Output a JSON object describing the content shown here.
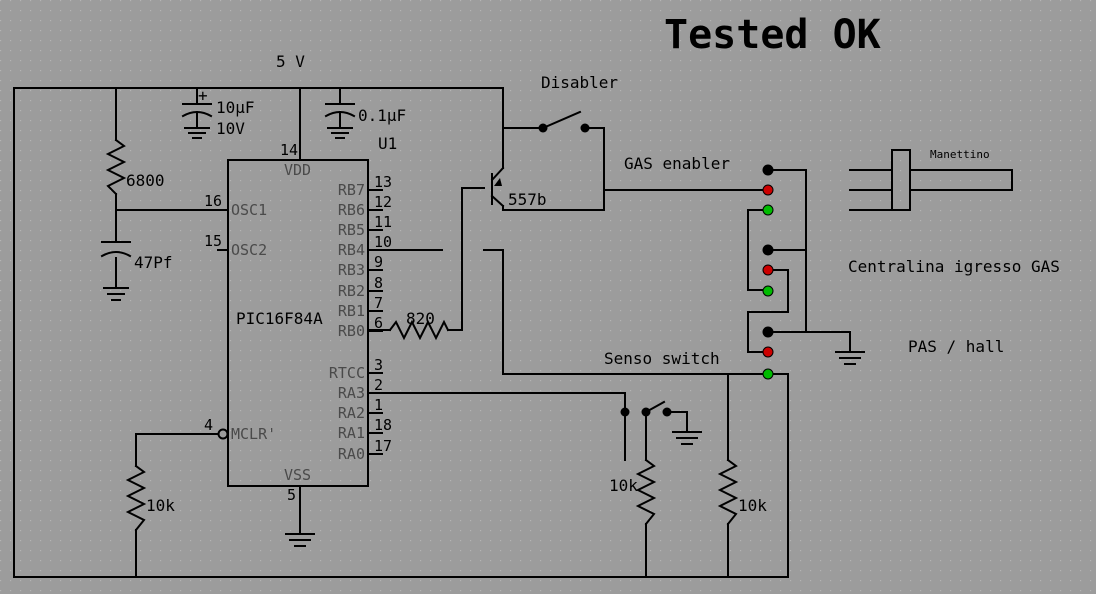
{
  "title": "Tested OK",
  "supply_label": "5 V",
  "components": {
    "cap1": {
      "value": "10µF",
      "voltage": "10V",
      "polarity": "+"
    },
    "cap2": {
      "value": "0.1µF"
    },
    "ic_ref": "U1",
    "ic_part": "PIC16F84A",
    "r_osc": "6800",
    "c_osc": "47Pf",
    "r_base": "820",
    "transistor": "557b",
    "r_mclr": "10k",
    "r_sw1": "10k",
    "r_sw2": "10k"
  },
  "ic_pins_right": [
    {
      "name": "RB7",
      "num": "13"
    },
    {
      "name": "RB6",
      "num": "12"
    },
    {
      "name": "RB5",
      "num": "11"
    },
    {
      "name": "RB4",
      "num": "10"
    },
    {
      "name": "RB3",
      "num": "9"
    },
    {
      "name": "RB2",
      "num": "8"
    },
    {
      "name": "RB1",
      "num": "7"
    },
    {
      "name": "RB0",
      "num": "6"
    },
    {
      "name": "RTCC",
      "num": "3"
    },
    {
      "name": "RA3",
      "num": "2"
    },
    {
      "name": "RA2",
      "num": "1"
    },
    {
      "name": "RA1",
      "num": "18"
    },
    {
      "name": "RA0",
      "num": "17"
    }
  ],
  "ic_pins_left": [
    {
      "name": "OSC1",
      "num": "16"
    },
    {
      "name": "OSC2",
      "num": "15"
    },
    {
      "name": "MCLR'",
      "num": "4"
    }
  ],
  "ic_pins_power": [
    {
      "name": "VDD",
      "num": "14"
    },
    {
      "name": "VSS",
      "num": "5"
    }
  ],
  "labels": {
    "disabler": "Disabler",
    "gas_enabler": "GAS enabler",
    "senso_switch": "Senso switch",
    "manettino": "Manettino",
    "centralina": "Centralina igresso GAS",
    "pas_hall": "PAS / hall"
  },
  "connector_dots": [
    {
      "color": "#000000"
    },
    {
      "color": "#cc0000"
    },
    {
      "color": "#00bb00"
    },
    {
      "color": "#000000"
    },
    {
      "color": "#cc0000"
    },
    {
      "color": "#00bb00"
    },
    {
      "color": "#000000"
    },
    {
      "color": "#cc0000"
    },
    {
      "color": "#00bb00"
    }
  ]
}
